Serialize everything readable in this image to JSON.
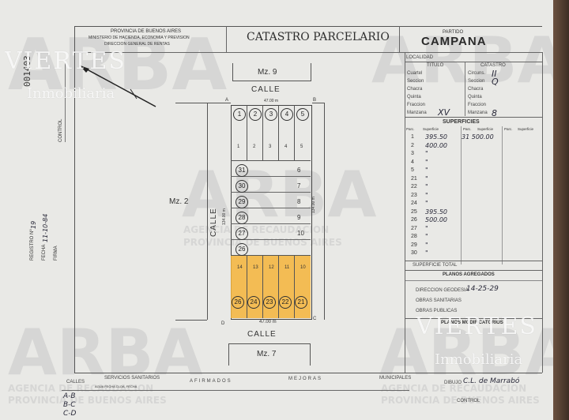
{
  "header": {
    "org_line1": "PROVINCIA DE BUENOS AIRES",
    "org_line2": "MINISTERIO DE HACIENDA, ECONOMIA Y PREVISION",
    "org_line3": "DIRECCION GENERAL DE RENTAS",
    "title": "CATASTRO PARCELARIO",
    "partido_label": "PARTIDO",
    "partido": "CAMPANA",
    "sheet_number": "001403",
    "control_label": "CONTROL"
  },
  "side": {
    "registro_label": "REGISTRO Nº",
    "registro_value": "19",
    "fecha_label": "FECHA",
    "fecha_value": "11-10-84",
    "firma_label": "FIRMA"
  },
  "plan": {
    "block_top": "Mz. 9",
    "block_left": "Mz. 2",
    "block_bottom": "Mz. 7",
    "street_top": "CALLE",
    "street_left": "CALLE",
    "street_bottom": "CALLE",
    "corner_a": "A",
    "corner_b": "B",
    "corner_c": "C",
    "corner_d": "D",
    "dim_top": "47.00 m",
    "dim_bottom": "47.00 m",
    "dim_left": "134.00 m",
    "dim_right": "134.00 m",
    "top_lots": [
      "1",
      "2",
      "3",
      "4",
      "5"
    ],
    "top_lot_digits": [
      "1",
      "2",
      "3",
      "4",
      "5"
    ],
    "middle_left_lots": [
      "31",
      "30",
      "29",
      "28",
      "27",
      "26"
    ],
    "middle_right_lots": [
      "6",
      "7",
      "8",
      "9",
      "10"
    ],
    "bottom_lots": [
      "26",
      "24",
      "23",
      "22",
      "21"
    ],
    "bottom_lot_digits": [
      "14",
      "13",
      "12",
      "11",
      "10"
    ]
  },
  "parcel_table": {
    "col_titulo": "TITULO",
    "col_catastro": "CATASTRO",
    "rows": [
      {
        "label": "Cuartel",
        "catastro_label": "Circuns.",
        "catastro_value": "II"
      },
      {
        "label": "Seccion",
        "catastro_label": "Seccion",
        "catastro_value": "Q"
      },
      {
        "label": "Chacra",
        "catastro_label": "Chacra",
        "catastro_value": ""
      },
      {
        "label": "Quinta",
        "catastro_label": "Quinta",
        "catastro_value": ""
      },
      {
        "label": "Fraccion",
        "catastro_label": "Fraccion",
        "catastro_value": ""
      },
      {
        "label": "Manzana",
        "titulo_value": "XV",
        "catastro_label": "Manzana",
        "catastro_value": "8"
      }
    ],
    "localidad_label": "LOCALIDAD"
  },
  "superficies": {
    "title": "SUPERFICIES",
    "col_headers": [
      "Parc.",
      "Superficie",
      "Parc.",
      "Superficie",
      "Parc.",
      "Superficie"
    ],
    "rows": [
      {
        "parc": "1",
        "value": "395.50",
        "extra": "31  500.00"
      },
      {
        "parc": "2",
        "value": "400.00",
        "extra": ""
      },
      {
        "parc": "3",
        "value": "\"",
        "extra": ""
      },
      {
        "parc": "4",
        "value": "\"",
        "extra": ""
      },
      {
        "parc": "5",
        "value": "\"",
        "extra": ""
      },
      {
        "parc": "21",
        "value": "\"",
        "extra": ""
      },
      {
        "parc": "22",
        "value": "\"",
        "extra": ""
      },
      {
        "parc": "23",
        "value": "\"",
        "extra": ""
      },
      {
        "parc": "24",
        "value": "\"",
        "extra": ""
      },
      {
        "parc": "25",
        "value": "395.50",
        "extra": ""
      },
      {
        "parc": "26",
        "value": "500.00",
        "extra": ""
      },
      {
        "parc": "27",
        "value": "\"",
        "extra": ""
      },
      {
        "parc": "28",
        "value": "\"",
        "extra": ""
      },
      {
        "parc": "29",
        "value": "\"",
        "extra": ""
      },
      {
        "parc": "30",
        "value": "\"",
        "extra": ""
      }
    ],
    "total_label": "SUPERFICIE TOTAL"
  },
  "planos": {
    "title": "PLANOS AGREGADOS",
    "row1_label": "DIRECCION GEODESIA",
    "row1_value": "14-25-29",
    "row2_label": "OBRAS SANITARIAS",
    "row3_label": "OBRAS PUBLICAS",
    "modificatorios_title": "PLANOS MODIFICATORIOS"
  },
  "footer": {
    "calles_label": "CALLES",
    "servicios_label": "SERVICIOS SANITARIOS",
    "servicios_sub": "AGUA   FECHA   CLOA.   FECHA",
    "afirmados_label": "AFIRMADOS",
    "mejoras_label": "MEJORAS",
    "municipales_label": "MUNICIPALES",
    "calle_rows": [
      "A-B",
      "B-C",
      "C-D"
    ],
    "dibujo_label": "DIBUJO",
    "dibujo_value": "C.L. de Marrabó",
    "control_label": "CONTROL"
  },
  "watermarks": {
    "brand": "VIERTES",
    "brand_sub": "Inmobiliaria",
    "arba": "ARBA",
    "arba_sub1": "AGENCIA DE RECAUDACION",
    "arba_sub2": "PROVINCIA DE BUENOS AIRES"
  }
}
